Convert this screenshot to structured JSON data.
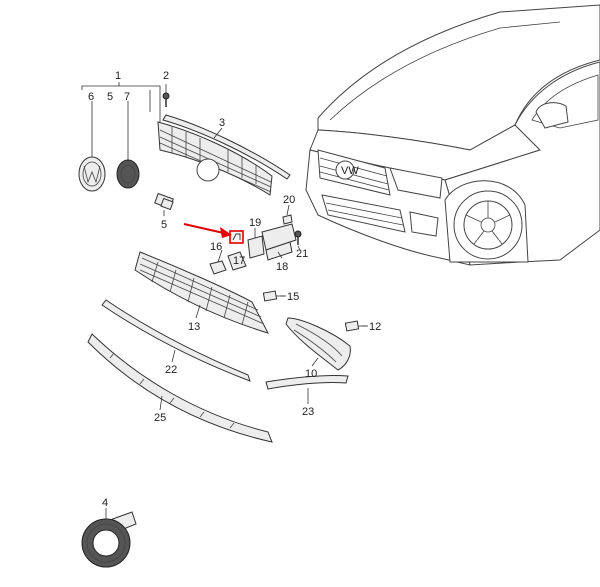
{
  "diagram": {
    "callouts": [
      {
        "id": "c1",
        "text": "1"
      },
      {
        "id": "c2",
        "text": "2"
      },
      {
        "id": "c3",
        "text": "3"
      },
      {
        "id": "c4",
        "text": "4"
      },
      {
        "id": "c5a",
        "text": "5"
      },
      {
        "id": "c5b",
        "text": "5"
      },
      {
        "id": "c6",
        "text": "6"
      },
      {
        "id": "c7",
        "text": "7"
      },
      {
        "id": "c10",
        "text": "10"
      },
      {
        "id": "c12",
        "text": "12"
      },
      {
        "id": "c13",
        "text": "13"
      },
      {
        "id": "c15",
        "text": "15"
      },
      {
        "id": "c16",
        "text": "16"
      },
      {
        "id": "c17",
        "text": "17"
      },
      {
        "id": "c18",
        "text": "18"
      },
      {
        "id": "c19",
        "text": "19"
      },
      {
        "id": "c20",
        "text": "20"
      },
      {
        "id": "c21",
        "text": "21"
      },
      {
        "id": "c22",
        "text": "22"
      },
      {
        "id": "c23",
        "text": "23"
      },
      {
        "id": "c25",
        "text": "25"
      }
    ],
    "highlight_color": "#e00000"
  }
}
